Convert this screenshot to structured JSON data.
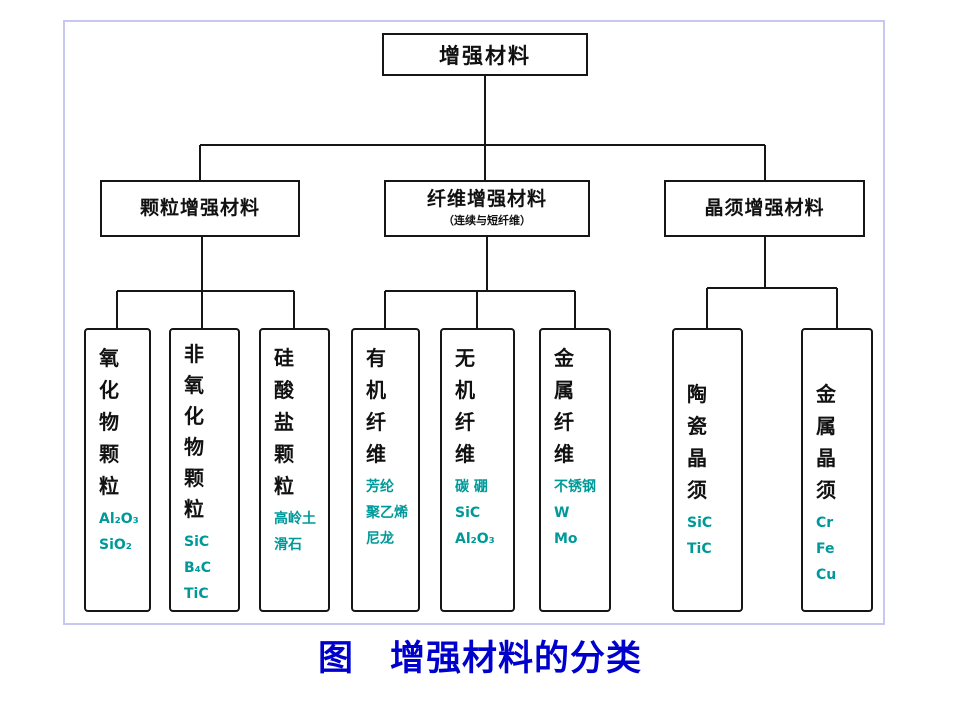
{
  "colors": {
    "teal": "#009999",
    "caption": "#0000cc",
    "frame": "#c7c7f0",
    "line": "#161616"
  },
  "diagram": {
    "root": {
      "label": "增强材料"
    },
    "level2": [
      {
        "label": "颗粒增强材料"
      },
      {
        "label": "纤维增强材料",
        "subtitle": "（连续与短纤维）"
      },
      {
        "label": "晶须增强材料"
      }
    ],
    "leaves": [
      {
        "title": "氧化物颗粒",
        "items": [
          "Al₂O₃",
          "SiO₂"
        ]
      },
      {
        "title": "非氧化物颗粒",
        "items": [
          "SiC",
          "B₄C",
          "TiC"
        ]
      },
      {
        "title": "硅酸盐颗粒",
        "items": [
          "高岭土",
          "滑石"
        ]
      },
      {
        "title": "有机纤维",
        "items": [
          "芳纶",
          "聚乙烯",
          "尼龙"
        ]
      },
      {
        "title": "无机纤维",
        "items": [
          "碳 硼",
          "SiC",
          "Al₂O₃"
        ]
      },
      {
        "title": "金属纤维",
        "items": [
          "不锈钢",
          "W",
          "Mo"
        ]
      },
      {
        "title": "陶瓷晶须",
        "items": [
          "SiC",
          "TiC"
        ]
      },
      {
        "title": "金属晶须",
        "items": [
          "Cr",
          "Fe",
          "Cu"
        ]
      }
    ],
    "caption": "图　增强材料的分类"
  }
}
